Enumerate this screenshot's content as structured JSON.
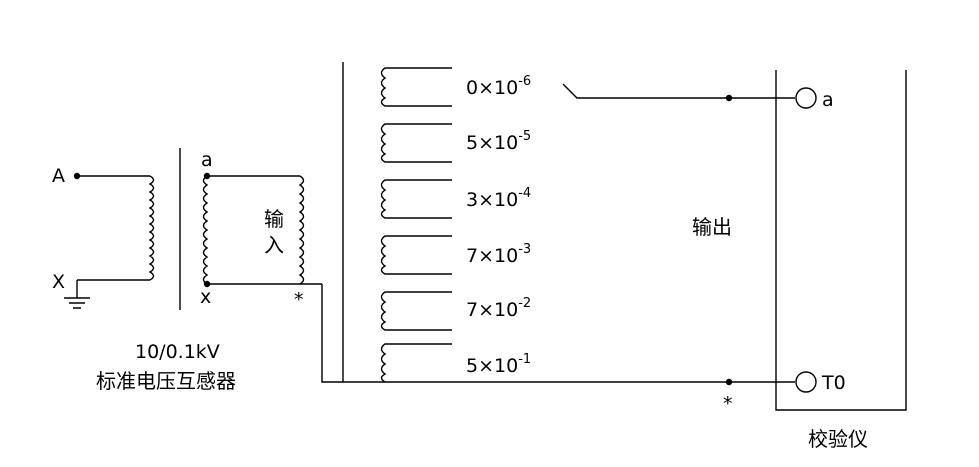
{
  "source_transformer": {
    "primary_terminals": {
      "top": "A",
      "bottom": "X"
    },
    "secondary_terminals": {
      "top": "a",
      "bottom": "x",
      "polarity_mark": "*"
    },
    "input_label": [
      "输",
      "入"
    ],
    "rating": "10/0.1kV",
    "name": "标准电压互感器"
  },
  "divider_taps": [
    {
      "mantissa": "0",
      "times": "×",
      "base": "10",
      "exponent": "-6"
    },
    {
      "mantissa": "5",
      "times": "×",
      "base": "10",
      "exponent": "-5"
    },
    {
      "mantissa": "3",
      "times": "×",
      "base": "10",
      "exponent": "-4"
    },
    {
      "mantissa": "7",
      "times": "×",
      "base": "10",
      "exponent": "-3"
    },
    {
      "mantissa": "7",
      "times": "×",
      "base": "10",
      "exponent": "-2"
    },
    {
      "mantissa": "5",
      "times": "×",
      "base": "10",
      "exponent": "-1"
    }
  ],
  "output_label": "输出",
  "calibrator": {
    "name": "校验仪",
    "terminal_top": "a",
    "terminal_bottom": "T0",
    "polarity_mark": "*"
  }
}
